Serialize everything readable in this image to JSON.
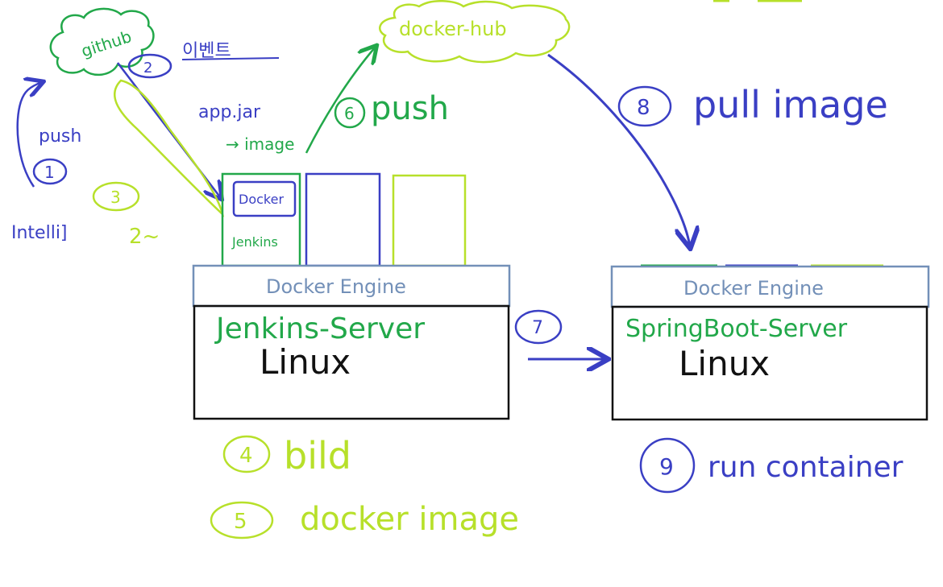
{
  "colors": {
    "blue": "#3a3fc4",
    "green": "#22a84a",
    "lime": "#b7e02a",
    "steel": "#7390b8",
    "black": "#111111"
  },
  "labels": {
    "github": "github",
    "docker_hub": "docker-hub",
    "intellij": "Intelli]",
    "push_local": "push",
    "step1": "1",
    "step2": "2",
    "step2_text": "이벤트",
    "step3": "3",
    "step3_text": "2~",
    "app_jar": "app.jar",
    "arrow_image": "→ image",
    "step6": "6",
    "step6_text": "push",
    "step8": "8",
    "step8_text": "pull image",
    "container_docker": "Docker",
    "container_jenkins": "Jenkins",
    "left_engine": "Docker Engine",
    "left_server": "Jenkins-Server",
    "left_os": "Linux",
    "step7": "7",
    "right_engine": "Docker Engine",
    "right_server": "SpringBoot-Server",
    "right_os": "Linux",
    "step4": "4",
    "step4_text": "bild",
    "step5": "5",
    "step5_text": "docker image",
    "step9": "9",
    "step9_text": "run container"
  }
}
